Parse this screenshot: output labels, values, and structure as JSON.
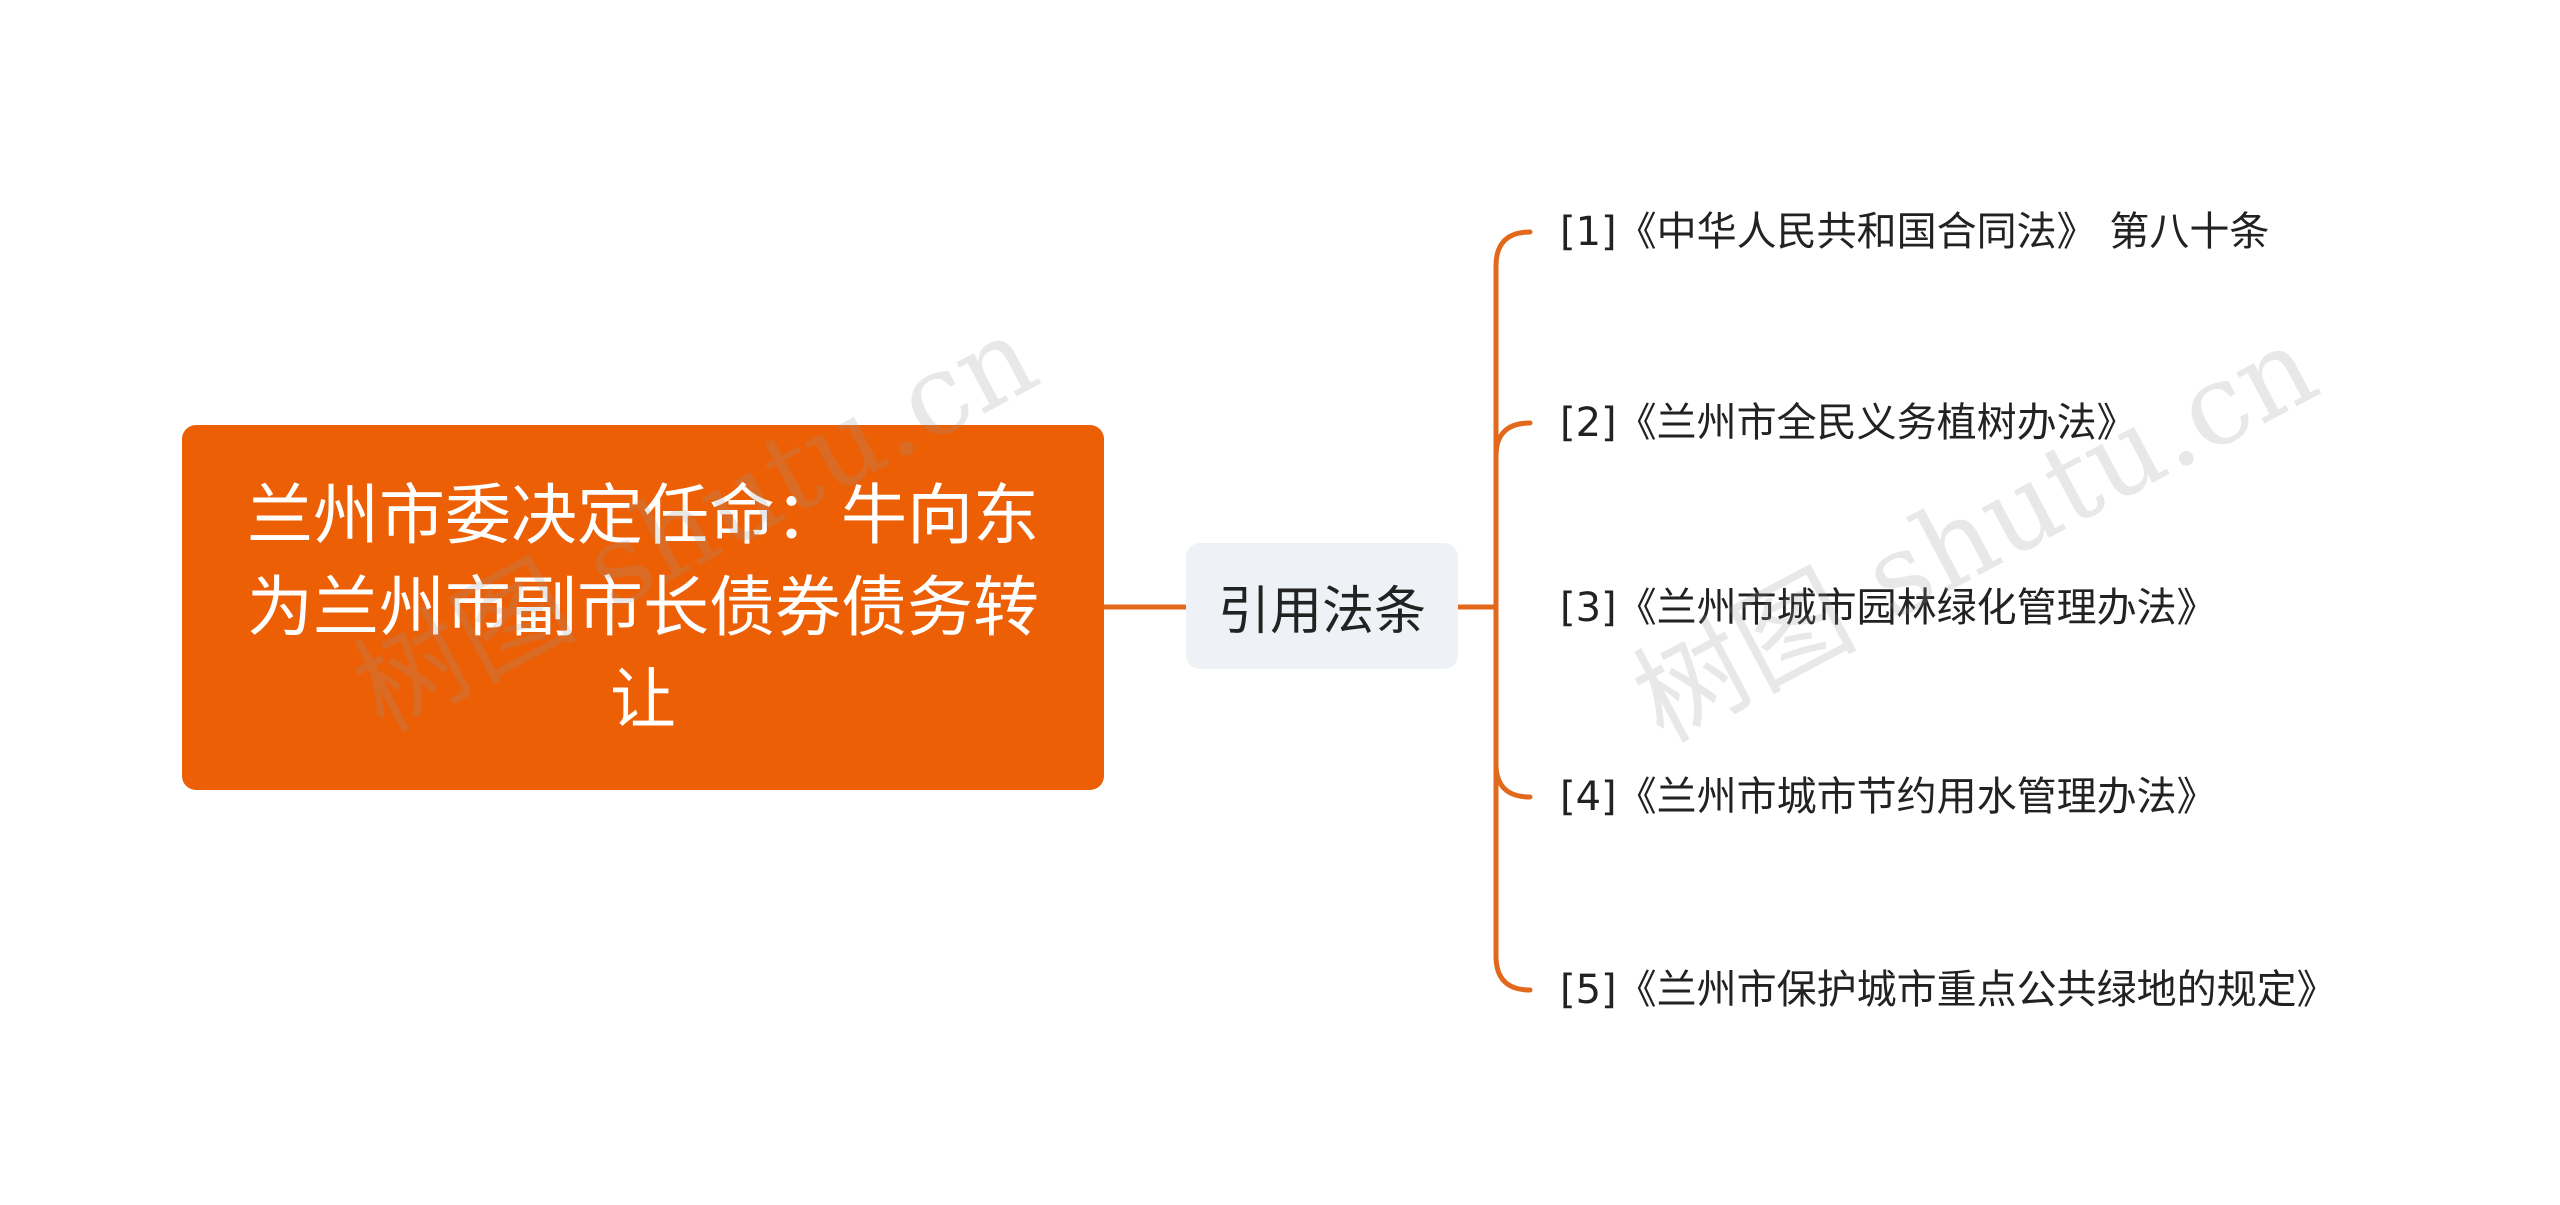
{
  "root": {
    "text": "兰州市委决定任命：牛向东为兰州市副市长债券债务转让"
  },
  "branch": {
    "label": "引用法条"
  },
  "leaves": [
    "[1]《中华人民共和国合同法》 第八十条",
    "[2]《兰州市全民义务植树办法》",
    "[3]《兰州市城市园林绿化管理办法》",
    "[4]《兰州市城市节约用水管理办法》",
    "[5]《兰州市保护城市重点公共绿地的规定》"
  ],
  "watermarks": [
    "树图 shutu.cn",
    "树图 shutu.cn"
  ],
  "colors": {
    "accent": "#EC5F05",
    "connector": "#E2681C",
    "branch_bg": "#EEF2F6",
    "text": "#222222"
  }
}
